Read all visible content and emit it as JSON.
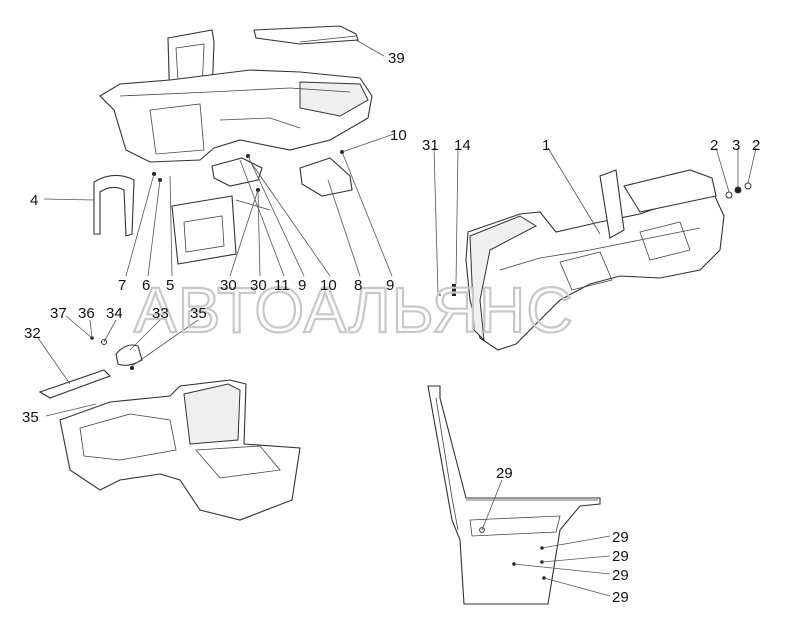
{
  "watermark": "АВТОАЛЬЯНС",
  "callouts": [
    {
      "id": "c39",
      "label": "39"
    },
    {
      "id": "c4",
      "label": "4"
    },
    {
      "id": "c10a",
      "label": "10"
    },
    {
      "id": "c31",
      "label": "31"
    },
    {
      "id": "c14",
      "label": "14"
    },
    {
      "id": "c1",
      "label": "1"
    },
    {
      "id": "c2a",
      "label": "2"
    },
    {
      "id": "c3",
      "label": "3"
    },
    {
      "id": "c2b",
      "label": "2"
    },
    {
      "id": "c7",
      "label": "7"
    },
    {
      "id": "c6",
      "label": "6"
    },
    {
      "id": "c5",
      "label": "5"
    },
    {
      "id": "c30a",
      "label": "30"
    },
    {
      "id": "c30b",
      "label": "30"
    },
    {
      "id": "c11",
      "label": "11"
    },
    {
      "id": "c9a",
      "label": "9"
    },
    {
      "id": "c10b",
      "label": "10"
    },
    {
      "id": "c8",
      "label": "8"
    },
    {
      "id": "c9b",
      "label": "9"
    },
    {
      "id": "c37",
      "label": "37"
    },
    {
      "id": "c36",
      "label": "36"
    },
    {
      "id": "c34",
      "label": "34"
    },
    {
      "id": "c33",
      "label": "33"
    },
    {
      "id": "c35a",
      "label": "35"
    },
    {
      "id": "c32",
      "label": "32"
    },
    {
      "id": "c35b",
      "label": "35"
    },
    {
      "id": "c29a",
      "label": "29"
    },
    {
      "id": "c29b",
      "label": "29"
    },
    {
      "id": "c29c",
      "label": "29"
    },
    {
      "id": "c29d",
      "label": "29"
    },
    {
      "id": "c29e",
      "label": "29"
    }
  ]
}
